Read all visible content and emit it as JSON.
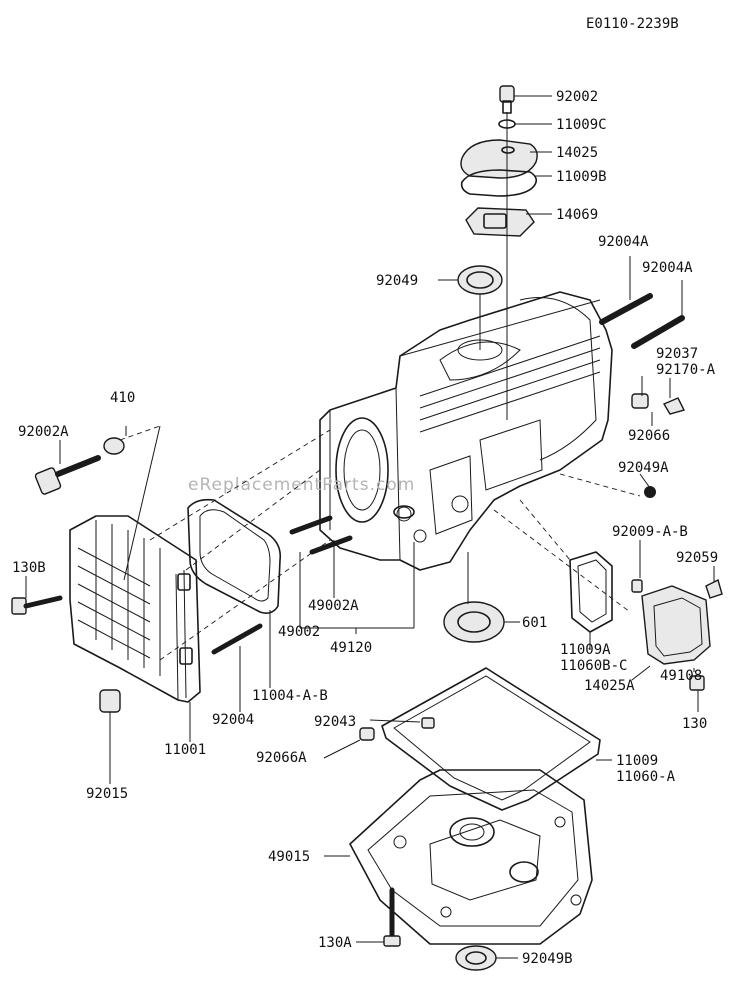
{
  "reference_code": "E0110-2239B",
  "watermark": "eReplacementParts.com",
  "labels": {
    "p92002": "92002",
    "p11009C": "11009C",
    "p14025": "14025",
    "p11009B": "11009B",
    "p14069": "14069",
    "p92049": "92049",
    "p92004A_1": "92004A",
    "p92004A_2": "92004A",
    "p92037": "92037",
    "p92170A": "92170-A",
    "p92066": "92066",
    "p92049A": "92049A",
    "p410": "410",
    "p92002A": "92002A",
    "p92009AB": "92009-A-B",
    "p92059": "92059",
    "p130B": "130B",
    "p49002A": "49002A",
    "p49002": "49002",
    "p49120": "49120",
    "p601": "601",
    "p11009A": "11009A",
    "p11060BC": "11060B-C",
    "p14025A": "14025A",
    "p49108": "49108",
    "p130": "130",
    "p11004AB": "11004-A-B",
    "p92004": "92004",
    "p11001": "11001",
    "p92043": "92043",
    "p92066A": "92066A",
    "p11009": "11009",
    "p11060A": "11060-A",
    "p92015": "92015",
    "p49015": "49015",
    "p130A": "130A",
    "p92049B": "92049B"
  }
}
